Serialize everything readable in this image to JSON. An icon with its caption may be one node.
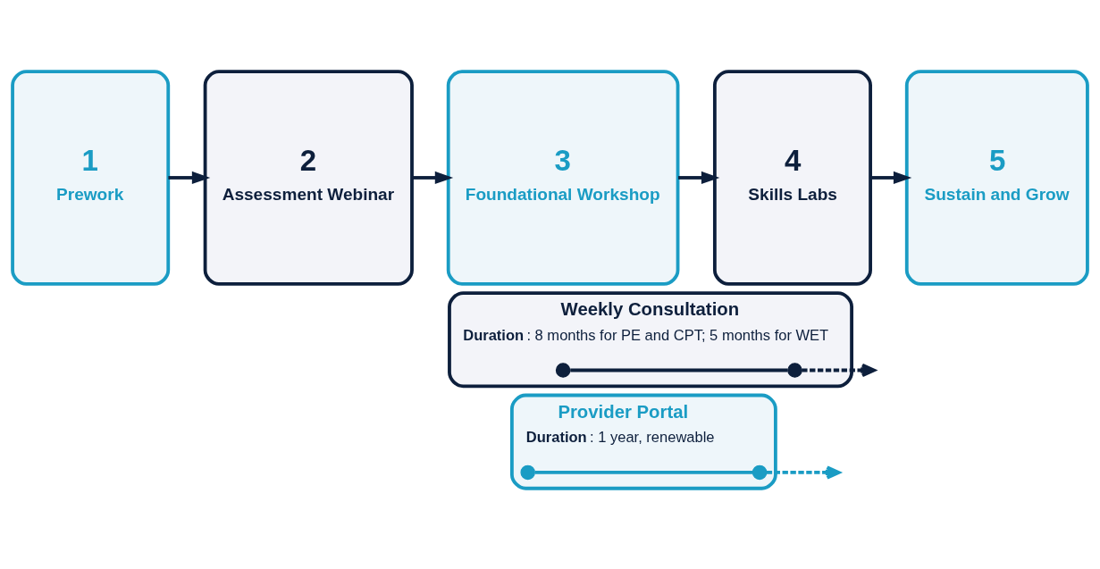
{
  "diagram": {
    "nodes": [
      {
        "text": [
          "1",
          "Prework"
        ]
      },
      {
        "text": [
          "2",
          "Assessment Webinar"
        ]
      },
      {
        "text": [
          "3",
          "Foundational Workshop"
        ]
      },
      {
        "text": [
          "4",
          "Skills Labs"
        ]
      },
      {
        "text": [
          "5",
          "Sustain and Grow"
        ]
      },
      {
        "text": [
          "Weekly Consultation",
          "**Duration**: 8 months for PE and CPT; 5 months for WET"
        ]
      },
      {
        "text": [],
        "shape": "circle",
        "in": 5
      },
      {
        "text": [],
        "shape": "circle",
        "in": 5
      },
      {
        "text": [
          "Provider Portal",
          "**Duration**: 1 year, renewable"
        ]
      },
      {
        "text": [],
        "shape": "circle",
        "in": 8
      },
      {
        "text": [],
        "shape": "circle",
        "in": 8
      }
    ],
    "edges": [
      {
        "from": 0,
        "to": 1,
        "arrow": "to"
      },
      {
        "from": 1,
        "to": 2,
        "arrow": "to"
      },
      {
        "from": 2,
        "to": 3,
        "arrow": "to"
      },
      {
        "from": 3,
        "to": 4,
        "arrow": "to"
      },
      {
        "from": 6,
        "to": 7,
        "arrow": "none"
      },
      {
        "from": 7,
        "to": null,
        "arrow": "to",
        "style": "dashed"
      },
      {
        "from": 9,
        "to": 10,
        "arrow": "none",
        "color": "#1a9cc4"
      },
      {
        "from": 10,
        "to": null,
        "arrow": "to",
        "style": "dashed",
        "color": "#1a9cc4"
      }
    ]
  }
}
